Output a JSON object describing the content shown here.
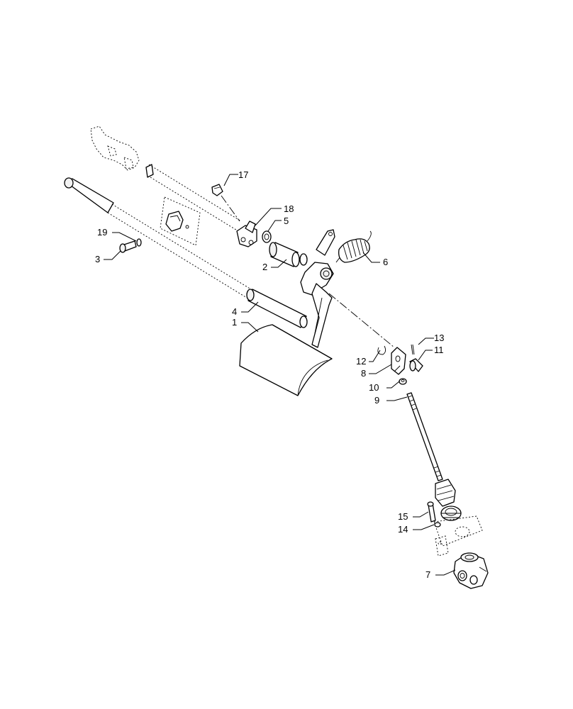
{
  "callouts": [
    {
      "id": "c1",
      "text": "1"
    },
    {
      "id": "c2",
      "text": "2"
    },
    {
      "id": "c3",
      "text": "3"
    },
    {
      "id": "c4",
      "text": "4"
    },
    {
      "id": "c5",
      "text": "5"
    },
    {
      "id": "c6",
      "text": "6"
    },
    {
      "id": "c7",
      "text": "7"
    },
    {
      "id": "c8",
      "text": "8"
    },
    {
      "id": "c9",
      "text": "9"
    },
    {
      "id": "c10",
      "text": "10"
    },
    {
      "id": "c11",
      "text": "11"
    },
    {
      "id": "c12",
      "text": "12"
    },
    {
      "id": "c13",
      "text": "13"
    },
    {
      "id": "c14",
      "text": "14"
    },
    {
      "id": "c15",
      "text": "15"
    },
    {
      "id": "c17",
      "text": "17"
    },
    {
      "id": "c18",
      "text": "18"
    },
    {
      "id": "c19",
      "text": "19"
    }
  ]
}
